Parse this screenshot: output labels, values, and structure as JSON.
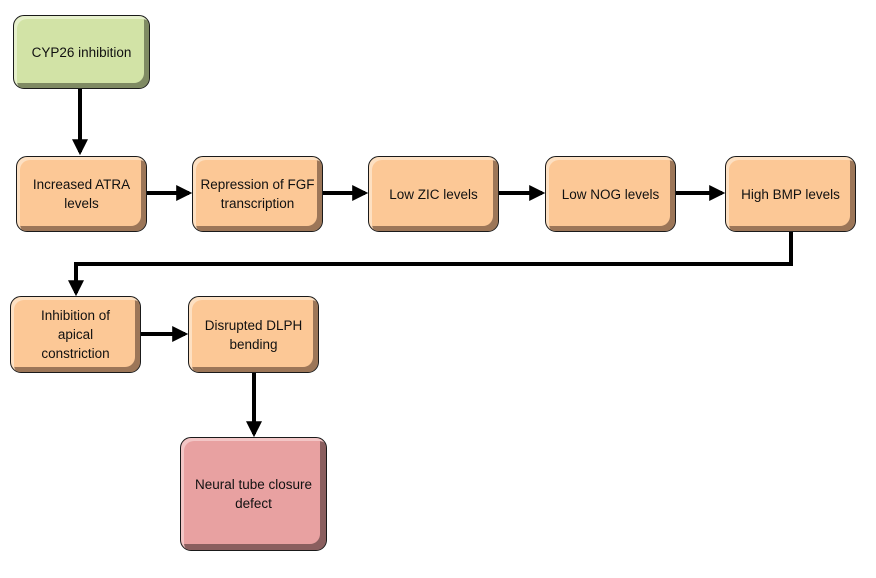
{
  "diagram": {
    "title": "",
    "nodes": [
      {
        "id": "cyp26",
        "label": "CYP26 inhibition",
        "color": "#d2e3a6"
      },
      {
        "id": "atra",
        "label": "Increased ATRA levels",
        "color": "#fcc896"
      },
      {
        "id": "fgf",
        "label": "Repression of FGF transcription",
        "color": "#fcc896"
      },
      {
        "id": "zic",
        "label": "Low ZIC levels",
        "color": "#fcc896"
      },
      {
        "id": "nog",
        "label": "Low NOG levels",
        "color": "#fcc896"
      },
      {
        "id": "bmp",
        "label": "High BMP levels",
        "color": "#fcc896"
      },
      {
        "id": "apical",
        "label": "Inhibition of apical constriction",
        "color": "#fcc896"
      },
      {
        "id": "dlph",
        "label": "Disrupted DLPH bending",
        "color": "#fcc896"
      },
      {
        "id": "ntd",
        "label": "Neural tube closure defect",
        "color": "#e8a1a1"
      }
    ],
    "edges": [
      {
        "from": "cyp26",
        "to": "atra"
      },
      {
        "from": "atra",
        "to": "fgf"
      },
      {
        "from": "fgf",
        "to": "zic"
      },
      {
        "from": "zic",
        "to": "nog"
      },
      {
        "from": "nog",
        "to": "bmp"
      },
      {
        "from": "bmp",
        "to": "apical"
      },
      {
        "from": "apical",
        "to": "dlph"
      },
      {
        "from": "dlph",
        "to": "ntd"
      }
    ]
  }
}
